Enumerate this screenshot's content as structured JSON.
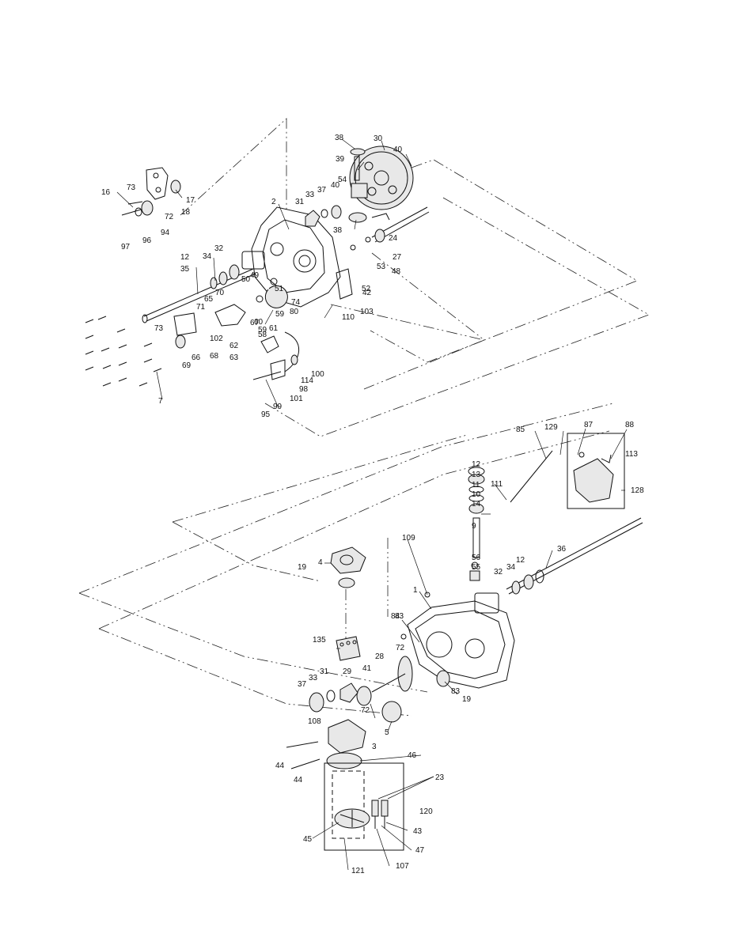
{
  "labels": {
    "l38a": "38",
    "l30": "30",
    "l40a": "40",
    "l39": "39",
    "l54": "54",
    "l37a": "37",
    "l40b": "40",
    "l33a": "33",
    "l31a": "31",
    "l2": "2",
    "l38b": "38",
    "l24": "24",
    "l27": "27",
    "l53": "53",
    "l48": "48",
    "l16": "16",
    "l73a": "73",
    "l17": "17",
    "l72a": "72",
    "l18": "18",
    "l94": "94",
    "l96": "96",
    "l97": "97",
    "l12a": "12",
    "l34a": "34",
    "l32a": "32",
    "l35": "35",
    "l49": "49",
    "l50": "50",
    "l51": "51",
    "l52": "52",
    "l42": "42",
    "l74": "74",
    "l80a": "80",
    "l59a": "59",
    "l103": "103",
    "l110": "110",
    "l70": "70",
    "l65": "65",
    "l71": "71",
    "l67": "67",
    "l60": "60",
    "l61": "61",
    "l59b": "59",
    "l58": "58",
    "l102": "102",
    "l62": "62",
    "l73b": "73",
    "l66": "66",
    "l68": "68",
    "l63": "63",
    "l69": "69",
    "l7": "7",
    "l100": "100",
    "l114": "114",
    "l98": "98",
    "l101": "101",
    "l99": "99",
    "l95": "95",
    "l85": "85",
    "l129": "129",
    "l87": "87",
    "l88": "88",
    "l113": "113",
    "l12b": "12",
    "l13": "13",
    "l11": "11",
    "l10": "10",
    "l14": "14",
    "l111": "111",
    "l128": "128",
    "l9": "9",
    "l36": "36",
    "l109": "109",
    "l4": "4",
    "l19a": "19",
    "l56": "56",
    "l55": "55",
    "l32b": "32",
    "l34b": "34",
    "l12c": "12",
    "l1": "1",
    "l84": "84",
    "l83a": "83",
    "l135": "135",
    "l28": "28",
    "l72b": "72",
    "l41": "41",
    "l83b": "83",
    "l19b": "19",
    "l37b": "37",
    "l33b": "33",
    "l31b": "31",
    "l29": "29",
    "l72c": "72",
    "l5": "5",
    "l108": "108",
    "l3": "3",
    "l44a": "44",
    "l46": "46",
    "l44b": "44",
    "l23": "23",
    "l120": "120",
    "l43": "43",
    "l45": "45",
    "l47": "47",
    "l107": "107",
    "l121": "121"
  }
}
